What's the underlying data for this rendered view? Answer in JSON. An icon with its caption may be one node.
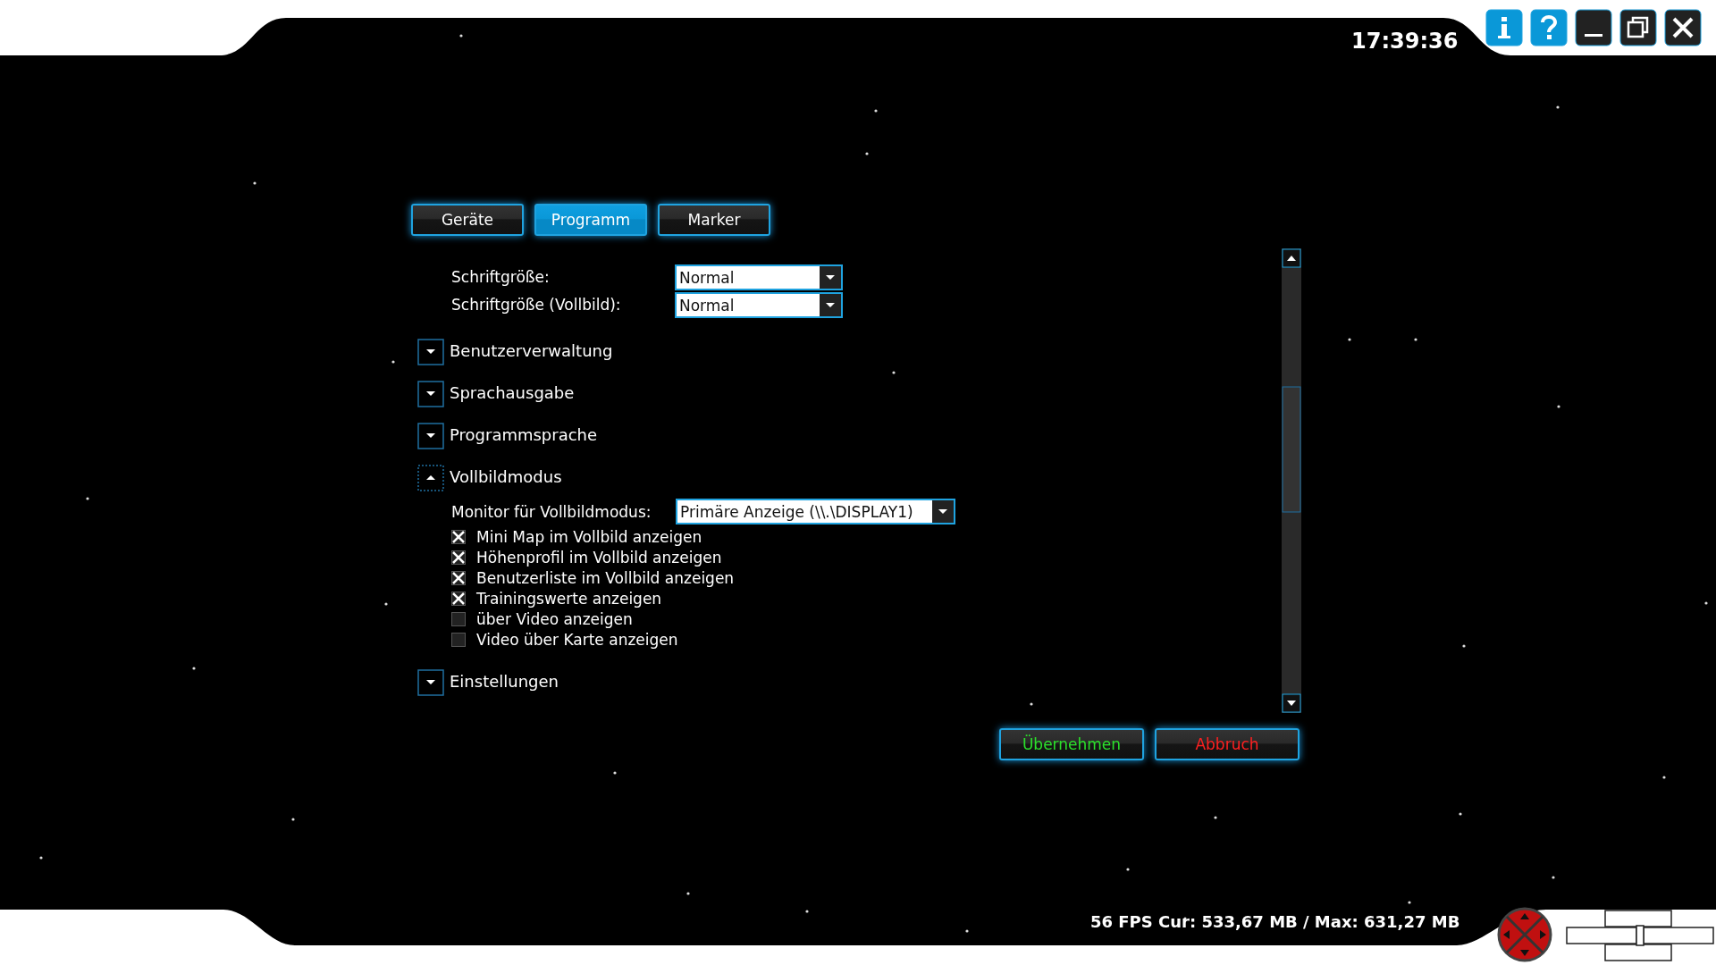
{
  "diagram": {
    "nodes": [
      {
        "text": [
          "Geräte"
        ]
      },
      {
        "text": [
          "Programm"
        ]
      },
      {
        "text": [
          "Marker"
        ]
      },
      {
        "text": [
          "Normal"
        ]
      },
      {
        "text": [
          "Normal"
        ]
      },
      {
        "text": [
          "Primäre Anzeige (\\\\.\\DISPLAY1)"
        ]
      },
      {
        "text": [
          "Übernehmen"
        ]
      },
      {
        "text": [
          "Abbruch"
        ]
      }
    ],
    "labels": [
      "17:39:36",
      "Schriftgröße:",
      "Schriftgröße (Vollbild):",
      "Benutzerverwaltung",
      "Sprachausgabe",
      "Programmsprache",
      "Vollbildmodus",
      "Monitor für Vollbildmodus:",
      "Mini Map im Vollbild anzeigen",
      "Höhenprofil im Vollbild anzeigen",
      "Benutzerliste im Vollbild anzeigen",
      "Trainingswerte anzeigen",
      "über Video anzeigen",
      "Video über Karte anzeigen",
      "Einstellungen",
      "56 FPS Cur: 533,67 MB / Max: 631,27 MB"
    ]
  }
}
